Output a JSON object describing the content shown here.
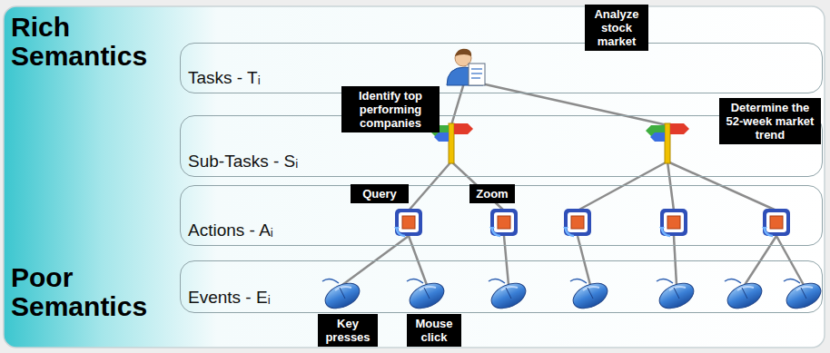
{
  "diagram": {
    "nodes": [
      {
        "text": [
          "Tasks - Tᵢ"
        ]
      },
      {
        "text": [
          "Analyze stock market"
        ]
      },
      {
        "text": [
          "Sub-Tasks - Sᵢ"
        ]
      },
      {
        "text": [
          "Identify top performing companies"
        ]
      },
      {
        "text": [
          "Determine the 52-week market trend"
        ]
      },
      {
        "text": [
          "Actions - Aᵢ"
        ]
      },
      {
        "text": [
          "Query"
        ]
      },
      {
        "text": [
          "Zoom"
        ]
      },
      {
        "text": [
          "Events - Eᵢ"
        ]
      },
      {
        "text": [
          "Key presses"
        ]
      },
      {
        "text": [
          "Mouse click"
        ]
      }
    ],
    "labels": [
      "Rich Semantics",
      "Poor Semantics"
    ]
  }
}
